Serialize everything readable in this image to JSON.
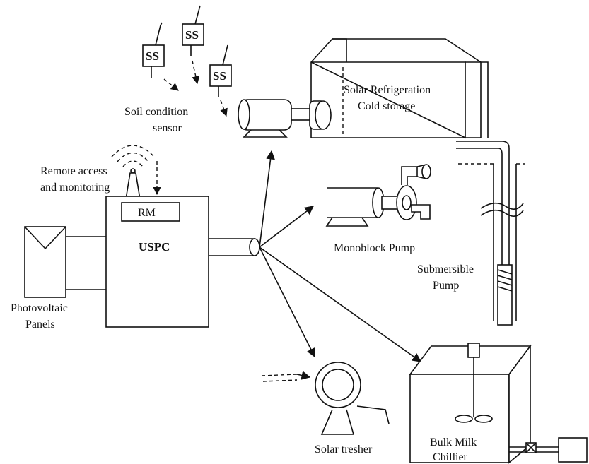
{
  "labels": {
    "sensor_tag": "SS",
    "soil_sensor_line1": "Soil condition",
    "soil_sensor_line2": "sensor",
    "refrigeration_line1": "Solar Refrigeration",
    "refrigeration_line2": "Cold storage",
    "remote_line1": "Remote access",
    "remote_line2": "and monitoring",
    "rm": "RM",
    "uspc": "USPC",
    "pv_line1": "Photovoltaic",
    "pv_line2": "Panels",
    "monoblock": "Monoblock Pump",
    "submersible_line1": "Submersible",
    "submersible_line2": "Pump",
    "thresher": "Solar tresher",
    "milk_line1": "Bulk Milk",
    "milk_line2": "Chillier"
  }
}
